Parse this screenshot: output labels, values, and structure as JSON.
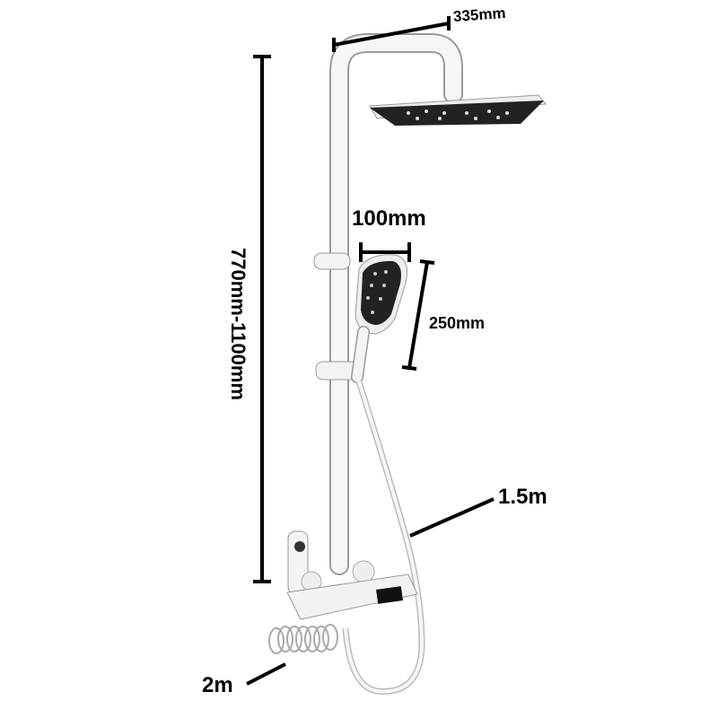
{
  "dimensions": {
    "arm_length": "335mm",
    "height_range": "770mm-1100mm",
    "hand_shower_width": "100mm",
    "hand_shower_length": "250mm",
    "hose_length": "1.5m",
    "spiral_hose_length": "2m"
  },
  "colors": {
    "fixture": "#f4f4f4",
    "outline": "#9a9a9a",
    "dark": "#1f1f1f",
    "line": "#000000"
  }
}
